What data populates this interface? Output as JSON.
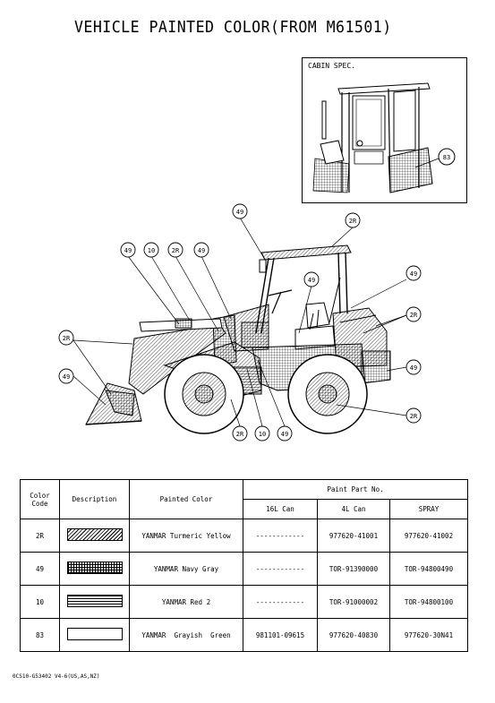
{
  "title": "VEHICLE PAINTED COLOR(FROM M61501)",
  "cabin": {
    "label": "CABIN SPEC.",
    "callout": "83"
  },
  "callouts": {
    "c1": "49",
    "c2": "2R",
    "c3": "49",
    "c4": "10",
    "c5": "2R",
    "c6": "49",
    "c7": "49",
    "c8": "49",
    "c9": "2R",
    "c10": "2R",
    "c11": "49",
    "c12": "49",
    "c13": "2R",
    "c14": "2R",
    "c15": "10",
    "c16": "49"
  },
  "table": {
    "headers": {
      "color_code": "Color Code",
      "description": "Description",
      "painted_color": "Painted Color",
      "paint_part_no": "Paint Part No.",
      "can16": "16L Can",
      "can4": "4L Can",
      "spray": "SPRAY"
    },
    "rows": [
      {
        "code": "2R",
        "swatch": "diagonal-hatch",
        "color": "YANMAR Turmeric Yellow",
        "can16": "------------",
        "can4": "977620-41001",
        "spray": "977620-41002"
      },
      {
        "code": "49",
        "swatch": "grid",
        "color": "YANMAR Navy Gray",
        "can16": "------------",
        "can4": "TOR-91390000",
        "spray": "TOR-94800490"
      },
      {
        "code": "10",
        "swatch": "horizontal-lines",
        "color": "YANMAR Red 2",
        "can16": "------------",
        "can4": "TOR-91000002",
        "spray": "TOR-94800100"
      },
      {
        "code": "83",
        "swatch": "blank",
        "color": "YANMAR  Grayish  Green",
        "can16": "981101-09615",
        "can4": "977620-40830",
        "spray": "977620-30N41"
      }
    ]
  },
  "footer": "0CS10-G53402 V4-6(US,AS,NZ)"
}
